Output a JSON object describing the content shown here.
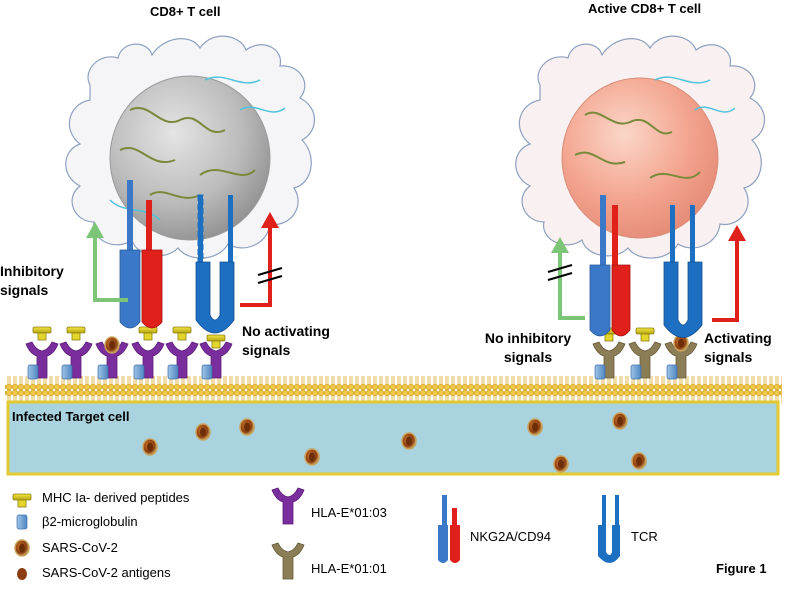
{
  "cells": {
    "left_title": "CD8+ T cell",
    "right_title": "Active CD8+ T cell"
  },
  "signals": {
    "inhibitory": "Inhibitory signals",
    "no_activating": "No activating signals",
    "no_inhibitory": "No inhibitory signals",
    "activating": "Activating signals"
  },
  "target": {
    "label": "Infected Target cell"
  },
  "legend": {
    "mhc": "MHC Ia- derived peptides",
    "b2m": "β2-microglobulin",
    "sars": "SARS-CoV-2",
    "antigens": "SARS-CoV-2 antigens",
    "hla_e0103": "HLA-E*01:03",
    "hla_e0101": "HLA-E*01:01",
    "nkg2a": "NKG2A/CD94",
    "tcr": "TCR"
  },
  "figure_label": "Figure 1",
  "colors": {
    "purple": "#7a2d9c",
    "olive": "#8b7d55",
    "nkg2a_blue": "#3b78c8",
    "nkg2a_red": "#e0201b",
    "tcr_blue": "#1d6fc2",
    "arrow_green": "#7cc576",
    "arrow_red": "#e0201b",
    "membrane": "#f2c94c",
    "cytoplasm": "#a9d3df"
  }
}
